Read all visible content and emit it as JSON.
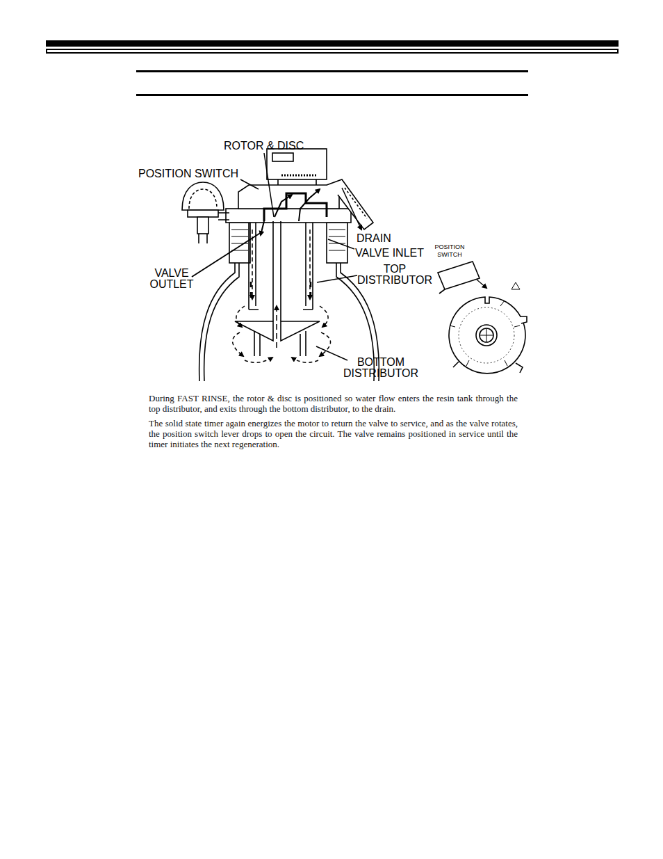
{
  "diagram": {
    "labels": [
      "ROTOR & DISC",
      "POSITION SWITCH",
      "DRAIN",
      "VALVE INLET",
      "VALVE OUTLET",
      "TOP DISTRIBUTOR",
      "BOTTOM DISTRIBUTOR",
      "POSITION SWITCH",
      "During FAST RINSE, the rotor & disc is positioned so water flow enters the resin tank through the top distributor, and exits through the bottom distributor, to the drain.",
      "The solid state timer again energizes the motor to return the valve to service, and as the valve rotates, the position switch lever drops to open the circuit. The valve remains positioned in service until the timer initiates the next regeneration."
    ]
  }
}
